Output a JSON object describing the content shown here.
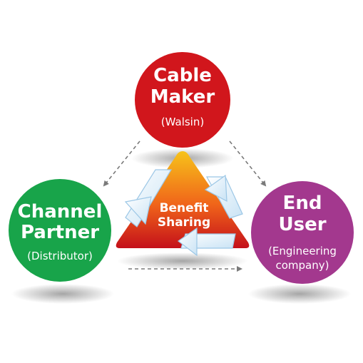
{
  "nodes": {
    "cable_maker": {
      "line1": "Cable",
      "line2": "Maker",
      "sub": "(Walsin)",
      "color": "#d1161c"
    },
    "channel_partner": {
      "line1": "Channel",
      "line2": "Partner",
      "sub": "(Distributor)",
      "color": "#18a44a"
    },
    "end_user": {
      "line1": "End",
      "line2": "User",
      "sub": "(Engineering",
      "sub2": "company)",
      "color": "#a3388e"
    }
  },
  "center": {
    "line1": "Benefit",
    "line2": "Sharing",
    "gradient_top": "#f7c31a",
    "gradient_bottom": "#c4101a"
  },
  "arrow_color": "#7a7a7a"
}
